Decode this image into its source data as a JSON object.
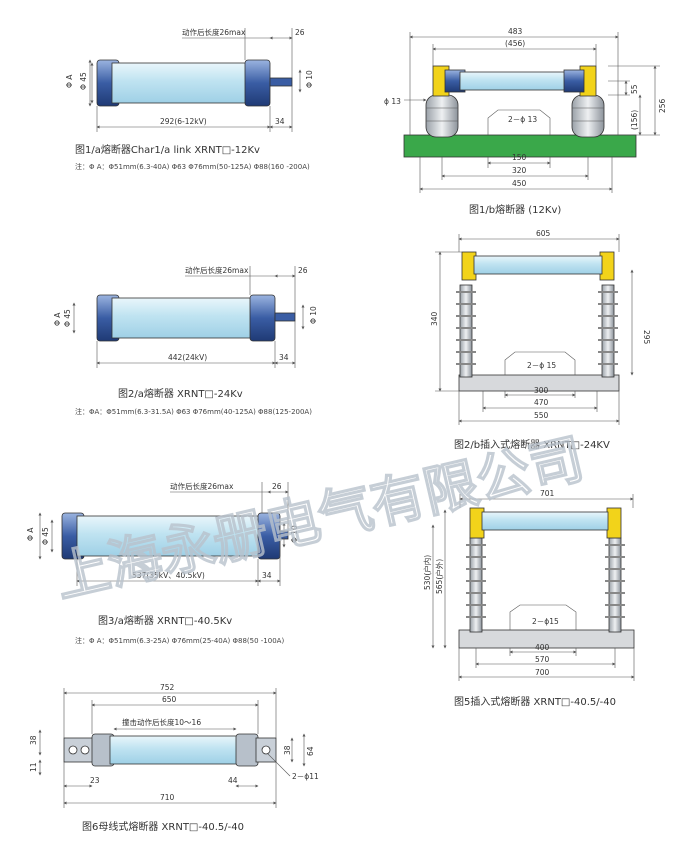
{
  "watermark": "上海永册电气有限公司",
  "fig1a": {
    "caption": "图1/a熔断器Char1/a link  XRNT□-12Kv",
    "note": "注：Φ A：Φ51mm(6.3-40A)  Φ63  Φ76mm(50-125A)  Φ88(160 -200A)",
    "d_stroke": "动作后长度26max",
    "d_26": "26",
    "d_A": "Φ A",
    "d_45": "Φ 45",
    "d_10": "Φ 10",
    "d_len": "292(6-12kV)",
    "d_34": "34"
  },
  "fig2a": {
    "caption": "图2/a熔断器 XRNT□-24Kv",
    "note": "注：ΦA：Φ51mm(6.3-31.5A)  Φ63  Φ76mm(40-125A)  Φ88(125-200A)",
    "d_stroke": "动作后长度26max",
    "d_26": "26",
    "d_A": "Φ A",
    "d_45": "Φ 45",
    "d_10": "Φ 10",
    "d_len": "442(24kV)",
    "d_34": "34"
  },
  "fig3a": {
    "caption": "图3/a熔断器 XRNT□-40.5Kv",
    "note": "注：Φ A：Φ51mm(6.3-25A)  Φ76mm(25-40A)  Φ88(50 -100A)",
    "d_stroke": "动作后长度26max",
    "d_26": "26",
    "d_A": "Φ A",
    "d_45": "Φ 45",
    "d_10": "Φ 10",
    "d_len": "537(35kV、40.5kV)",
    "d_34": "34"
  },
  "fig1b": {
    "caption": "图1/b熔断器 (12Kv)",
    "d_483": "483",
    "d_456": "(456)",
    "d_13a": "ϕ 13",
    "d_55": "55",
    "d_256": "256",
    "d_156": "(156)",
    "d_213": "2－ϕ 13",
    "d_150": "150",
    "d_320": "320",
    "d_450": "450"
  },
  "fig2b": {
    "caption": "图2/b插入式熔断器 XRNT□-24KV",
    "d_605": "605",
    "d_340": "340",
    "d_295": "295",
    "d_215": "2－ϕ 15",
    "d_300": "300",
    "d_470": "470",
    "d_550": "550"
  },
  "fig5": {
    "caption": "图5插入式熔断器 XRNT□-40.5/-40",
    "d_701": "701",
    "d_530": "530(户内)",
    "d_565": "565(户外)",
    "d_215": "2－ϕ15",
    "d_400": "400",
    "d_570": "570",
    "d_700": "700"
  },
  "fig6": {
    "caption": "图6母线式熔断器 XRNT□-40.5/-40",
    "d_752": "752",
    "d_650": "650",
    "d_stroke": "撞击动作后长度10～16",
    "d_38a": "38",
    "d_11": "11",
    "d_38b": "38",
    "d_64": "64",
    "d_211": "2－ϕ11",
    "d_23": "23",
    "d_44": "44",
    "d_710": "710"
  },
  "colors": {
    "tube": "#cfe9f4",
    "cap_dark": "#2f4f8f",
    "cap_light": "#7a9bd0",
    "insulator": "#c8ccd2",
    "base_green": "#3aa84a",
    "yellow": "#f2d31a"
  }
}
